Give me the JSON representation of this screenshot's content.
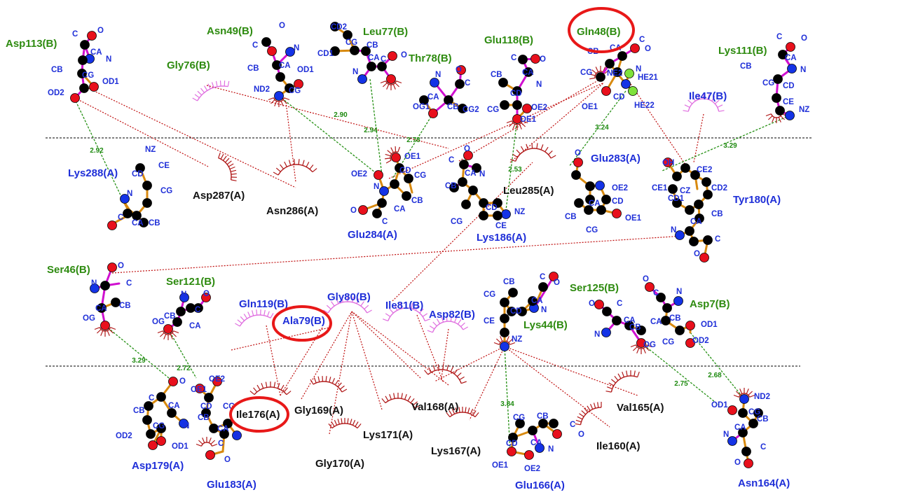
{
  "colors": {
    "carbon": "#000000",
    "oxygen": "#e8101c",
    "nitrogen": "#1433e6",
    "hydrogen": "#7fe23c",
    "bond_sidechain": "#d88a10",
    "bond_backbone": "#d010d0",
    "hbond": "#259014",
    "contact": "#c01010",
    "arc_chain_a": "#b01818",
    "arc_chain_b": "#e070e0",
    "highlight": "#e81818",
    "divider": "#000000"
  },
  "residues": [
    {
      "id": "asp113b",
      "label": "Asp113(B)",
      "chain": "B",
      "style": "b"
    },
    {
      "id": "asn49b",
      "label": "Asn49(B)",
      "chain": "B",
      "style": "b"
    },
    {
      "id": "gly76b",
      "label": "Gly76(B)",
      "chain": "B",
      "style": "b"
    },
    {
      "id": "leu77b",
      "label": "Leu77(B)",
      "chain": "B",
      "style": "b"
    },
    {
      "id": "thr78b",
      "label": "Thr78(B)",
      "chain": "B",
      "style": "b"
    },
    {
      "id": "glu118b",
      "label": "Glu118(B)",
      "chain": "B",
      "style": "b"
    },
    {
      "id": "gln48b",
      "label": "Gln48(B)",
      "chain": "B",
      "style": "b"
    },
    {
      "id": "lys111b",
      "label": "Lys111(B)",
      "chain": "B",
      "style": "b"
    },
    {
      "id": "ile47b",
      "label": "Ile47(B)",
      "chain": "B",
      "style": "a"
    },
    {
      "id": "lys288a",
      "label": "Lys288(A)",
      "chain": "A",
      "style": "a"
    },
    {
      "id": "asp287a",
      "label": "Asp287(A)",
      "chain": "A",
      "style": "k"
    },
    {
      "id": "asn286a",
      "label": "Asn286(A)",
      "chain": "A",
      "style": "k"
    },
    {
      "id": "glu284a",
      "label": "Glu284(A)",
      "chain": "A",
      "style": "a"
    },
    {
      "id": "leu285a",
      "label": "Leu285(A)",
      "chain": "A",
      "style": "k"
    },
    {
      "id": "lys186a",
      "label": "Lys186(A)",
      "chain": "A",
      "style": "a"
    },
    {
      "id": "glu283a",
      "label": "Glu283(A)",
      "chain": "A",
      "style": "a"
    },
    {
      "id": "tyr180a",
      "label": "Tyr180(A)",
      "chain": "A",
      "style": "a"
    },
    {
      "id": "ser46b",
      "label": "Ser46(B)",
      "chain": "B",
      "style": "b"
    },
    {
      "id": "ser121b",
      "label": "Ser121(B)",
      "chain": "B",
      "style": "b"
    },
    {
      "id": "gln119b",
      "label": "Gln119(B)",
      "chain": "B",
      "style": "a"
    },
    {
      "id": "ala79b",
      "label": "Ala79(B)",
      "chain": "B",
      "style": "a"
    },
    {
      "id": "gly80b",
      "label": "Gly80(B)",
      "chain": "B",
      "style": "a"
    },
    {
      "id": "ile81b",
      "label": "Ile81(B)",
      "chain": "B",
      "style": "a"
    },
    {
      "id": "asp82b",
      "label": "Asp82(B)",
      "chain": "B",
      "style": "a"
    },
    {
      "id": "lys44b",
      "label": "Lys44(B)",
      "chain": "B",
      "style": "b"
    },
    {
      "id": "ser125b",
      "label": "Ser125(B)",
      "chain": "B",
      "style": "b"
    },
    {
      "id": "asp7b",
      "label": "Asp7(B)",
      "chain": "B",
      "style": "b"
    },
    {
      "id": "asp179a",
      "label": "Asp179(A)",
      "chain": "A",
      "style": "a"
    },
    {
      "id": "glu183a",
      "label": "Glu183(A)",
      "chain": "A",
      "style": "a"
    },
    {
      "id": "ile176a",
      "label": "Ile176(A)",
      "chain": "A",
      "style": "k"
    },
    {
      "id": "gly169a",
      "label": "Gly169(A)",
      "chain": "A",
      "style": "k"
    },
    {
      "id": "gly170a",
      "label": "Gly170(A)",
      "chain": "A",
      "style": "k"
    },
    {
      "id": "lys171a",
      "label": "Lys171(A)",
      "chain": "A",
      "style": "k"
    },
    {
      "id": "val168a",
      "label": "Val168(A)",
      "chain": "A",
      "style": "k"
    },
    {
      "id": "lys167a",
      "label": "Lys167(A)",
      "chain": "A",
      "style": "k"
    },
    {
      "id": "glu166a",
      "label": "Glu166(A)",
      "chain": "A",
      "style": "a"
    },
    {
      "id": "ile160a",
      "label": "Ile160(A)",
      "chain": "A",
      "style": "k"
    },
    {
      "id": "val165a",
      "label": "Val165(A)",
      "chain": "A",
      "style": "k"
    },
    {
      "id": "asn164a",
      "label": "Asn164(A)",
      "chain": "A",
      "style": "a"
    }
  ],
  "highlighted": [
    "gln48b",
    "ala79b",
    "ile176a"
  ],
  "hbond_distances": [
    "2.92",
    "2.90",
    "2.94",
    "2.78",
    "2.53",
    "3.24",
    "3.29",
    "3.29",
    "2.72",
    "3.84",
    "2.75",
    "2.68"
  ],
  "atom_labels": [
    "C",
    "O",
    "CA",
    "N",
    "CB",
    "CG",
    "OD1",
    "OD2",
    "ND2",
    "CD1",
    "CD2",
    "OG1",
    "CG2",
    "CD",
    "OE1",
    "OE2",
    "NE2",
    "HE21",
    "HE22",
    "CE",
    "NZ",
    "OH",
    "CE1",
    "CE2",
    "CZ",
    "OG"
  ]
}
